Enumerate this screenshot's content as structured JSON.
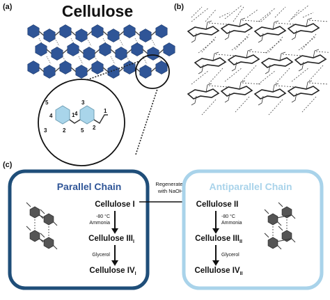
{
  "panel_a": {
    "label": "(a)",
    "title": "Cellulose",
    "zoom_numbers": {
      "left_top": "5",
      "left_side": "4",
      "left_bottom": "3",
      "left_right": "2",
      "right_top": "3",
      "right_side": "4",
      "right_bottom": "5",
      "right_low": "2",
      "right_end": "1",
      "link": "1"
    }
  },
  "panel_b": {
    "label": "(b)"
  },
  "panel_c": {
    "label": "(c)",
    "parallel": {
      "title": "Parallel Chain",
      "cellulose1": "Cellulose I",
      "step1_temp": "-80 °C",
      "step1_reagent": "Ammonia",
      "cellulose3": "Cellulose III",
      "cellulose3_sub": "I",
      "step2": "Glycerol",
      "cellulose4": "Cellulose IV",
      "cellulose4_sub": "I"
    },
    "arrow_note": {
      "line1": "Regenerated",
      "line2": "with NaOH"
    },
    "antiparallel": {
      "title": "Antiparallel Chain",
      "cellulose2": "Cellulose II",
      "step1_temp": "-80 °C",
      "step1_reagent": "Ammonia",
      "cellulose3": "Cellulose III",
      "cellulose3_sub": "II",
      "step2": "Glycerol",
      "cellulose4": "Cellulose IV",
      "cellulose4_sub": "II"
    }
  },
  "colors": {
    "hexagon_dark": "#2f5597",
    "hexagon_light": "#a9d5ea",
    "parallel_border": "#1f4e79",
    "antiparallel_border": "#a9d3ea",
    "antiparallel_title": "#a9d3ea",
    "ring_gray": "#555555"
  }
}
